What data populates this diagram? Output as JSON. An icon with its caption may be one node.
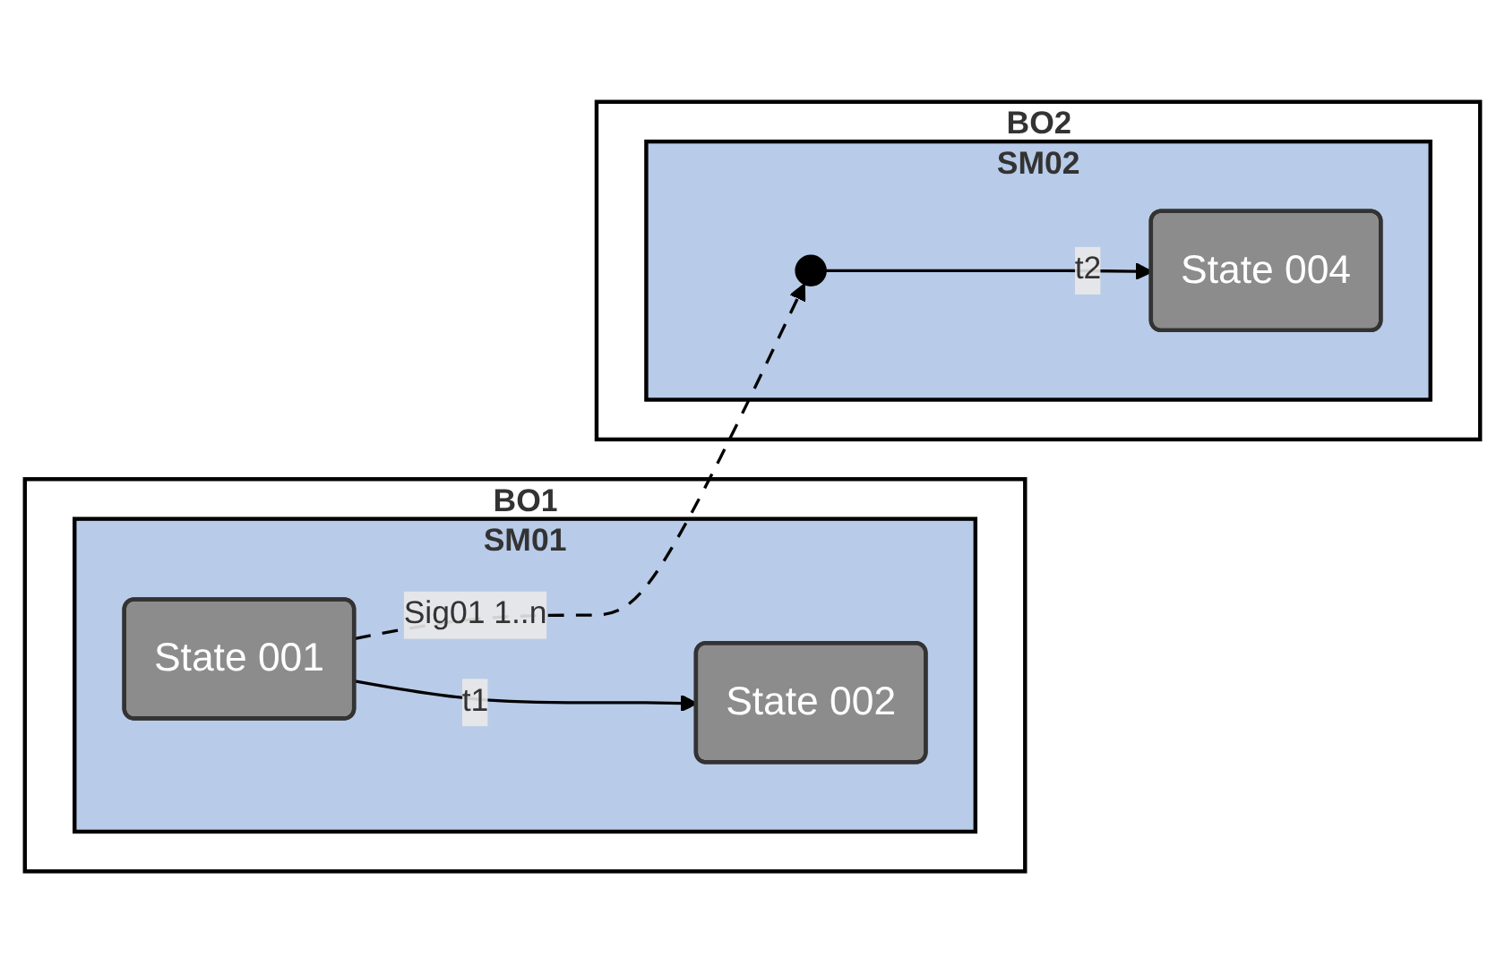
{
  "diagram": {
    "nodes": [
      {
        "text": [
          "BO1"
        ]
      },
      {
        "text": [
          "SM01"
        ],
        "in": 0
      },
      {
        "text": [
          "State 001"
        ],
        "in": 1
      },
      {
        "text": [
          "State 002"
        ],
        "in": 1
      },
      {
        "text": [
          "BO2"
        ]
      },
      {
        "text": [
          "SM02"
        ],
        "in": 4
      },
      {
        "text": [],
        "shape": "circle",
        "in": 5
      },
      {
        "text": [
          "State 004"
        ],
        "in": 5
      }
    ],
    "edges": [
      {
        "from": 2,
        "to": 6,
        "arrow": "to",
        "label": "Sig01 1..n",
        "style": "dashed"
      },
      {
        "from": 2,
        "to": 3,
        "arrow": "to",
        "label": "t1"
      },
      {
        "from": 6,
        "to": 7,
        "arrow": "to",
        "label": "t2"
      }
    ]
  }
}
